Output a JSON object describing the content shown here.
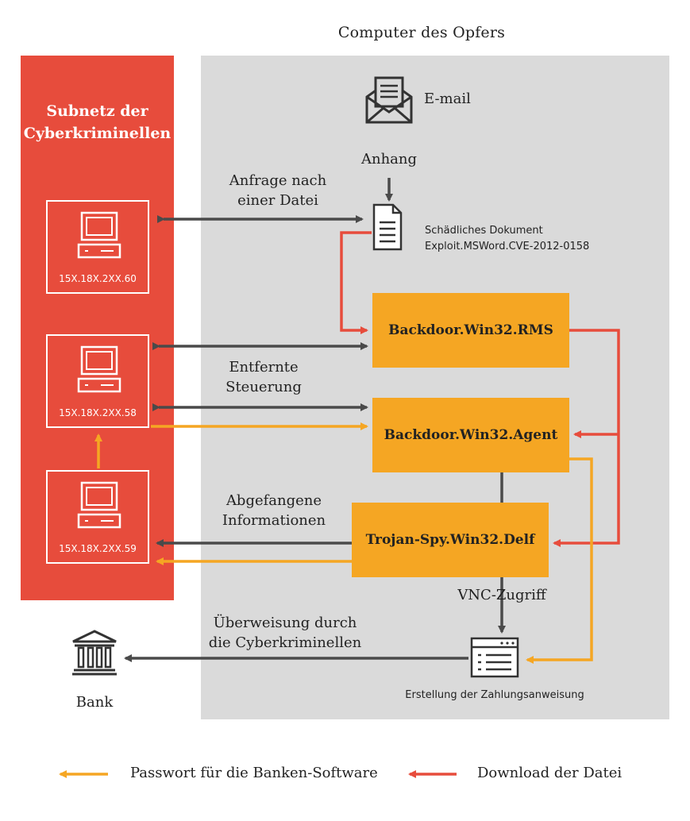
{
  "header": {
    "title": "Computer des Opfers"
  },
  "subnet": {
    "title_line1": "Subnetz der",
    "title_line2": "Cyberkriminellen",
    "hosts": [
      {
        "ip": "15X.18X.2XX.60"
      },
      {
        "ip": "15X.18X.2XX.58"
      },
      {
        "ip": "15X.18X.2XX.59"
      }
    ]
  },
  "victim": {
    "email_label": "E-mail",
    "attachment_label": "Anhang",
    "document_label_line1": "Schädliches Dokument",
    "document_label_line2": "Exploit.MSWord.CVE-2012-0158",
    "request_label_line1": "Anfrage nach",
    "request_label_line2": "einer Datei",
    "remote_label_line1": "Entfernte",
    "remote_label_line2": "Steuerung",
    "intercepted_label_line1": "Abgefangene",
    "intercepted_label_line2": "Informationen",
    "vnc_label": "VNC-Zugriff",
    "payment_label": "Erstellung der Zahlungsanweisung",
    "transfer_label_line1": "Überweisung durch",
    "transfer_label_line2": "die Cyberkriminellen",
    "bank_label": "Bank"
  },
  "nodes": {
    "rms": "Backdoor.Win32.RMS",
    "agent": "Backdoor.Win32.Agent",
    "delf": "Trojan-Spy.Win32.Delf"
  },
  "legend": {
    "password_label": "Passwort für die Banken-Software",
    "download_label": "Download der Datei"
  },
  "colors": {
    "red_panel": "#e74c3c",
    "gray_panel": "#dadada",
    "node_orange": "#f5a623",
    "arrow_dark": "#4a4a4a",
    "arrow_red": "#e74c3c",
    "arrow_orange": "#f5a623"
  }
}
